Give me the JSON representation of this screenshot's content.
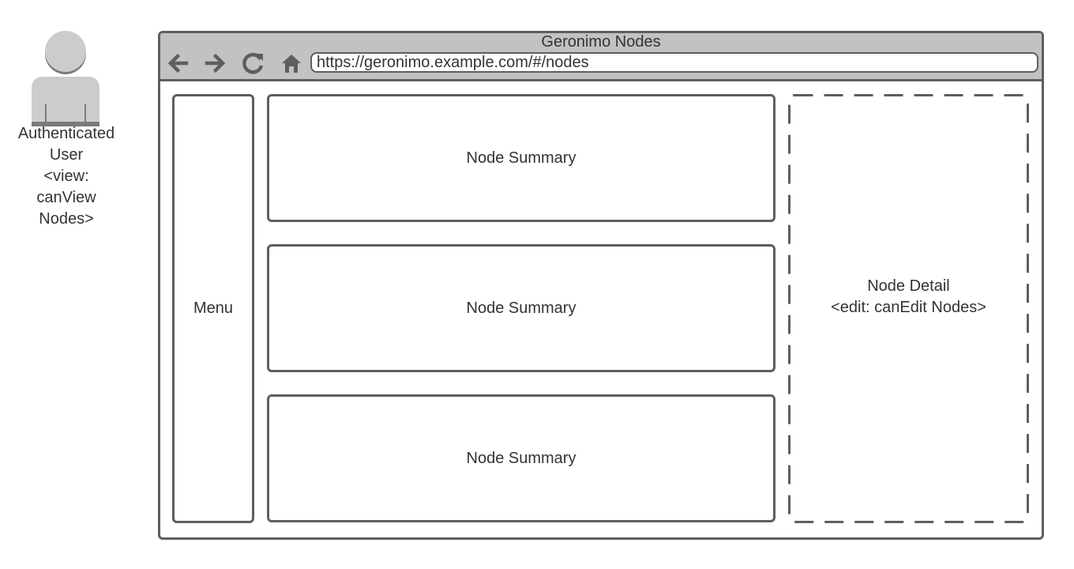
{
  "actor": {
    "icon": "user-icon",
    "label_lines": [
      "Authenticated",
      "User",
      "<view:",
      "canView",
      "Nodes>"
    ]
  },
  "browser": {
    "title": "Geronimo Nodes",
    "url": "https://geronimo.example.com/#/nodes",
    "nav_icons": [
      "back-arrow-icon",
      "forward-arrow-icon",
      "reload-icon",
      "home-icon"
    ]
  },
  "layout": {
    "menu_label": "Menu",
    "summaries": [
      "Node Summary",
      "Node Summary",
      "Node Summary"
    ],
    "detail": {
      "line1": "Node Detail",
      "line2": "<edit: canEdit Nodes>"
    }
  },
  "colors": {
    "stroke": "#5e5e5e",
    "titlebar": "#c2c2c2",
    "actor_fill": "#cccccc",
    "text": "#333333"
  }
}
